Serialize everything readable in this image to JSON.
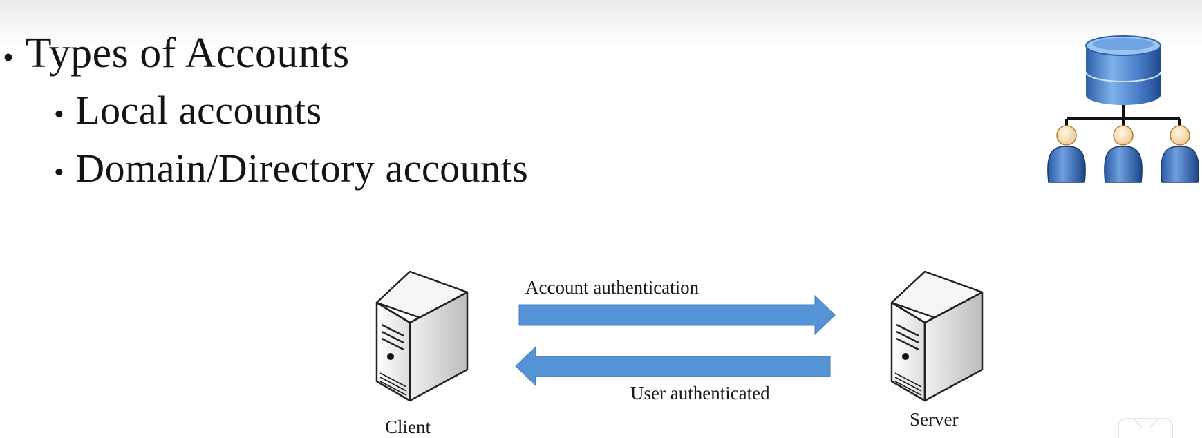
{
  "slide": {
    "bullets": [
      {
        "text": "Types of Accounts",
        "level": 1
      },
      {
        "text": "Local accounts",
        "level": 2
      },
      {
        "text": "Domain/Directory accounts",
        "level": 2
      }
    ],
    "bullet_glyph": "•"
  },
  "diagram": {
    "client_label": "Client",
    "server_label": "Server",
    "request_label": "Account authentication",
    "response_label": "User authenticated",
    "arrow_color": "#5593d7",
    "icons": [
      "client-computer-icon",
      "server-computer-icon",
      "directory-hierarchy-icon",
      "database-icon",
      "user-icon"
    ]
  }
}
